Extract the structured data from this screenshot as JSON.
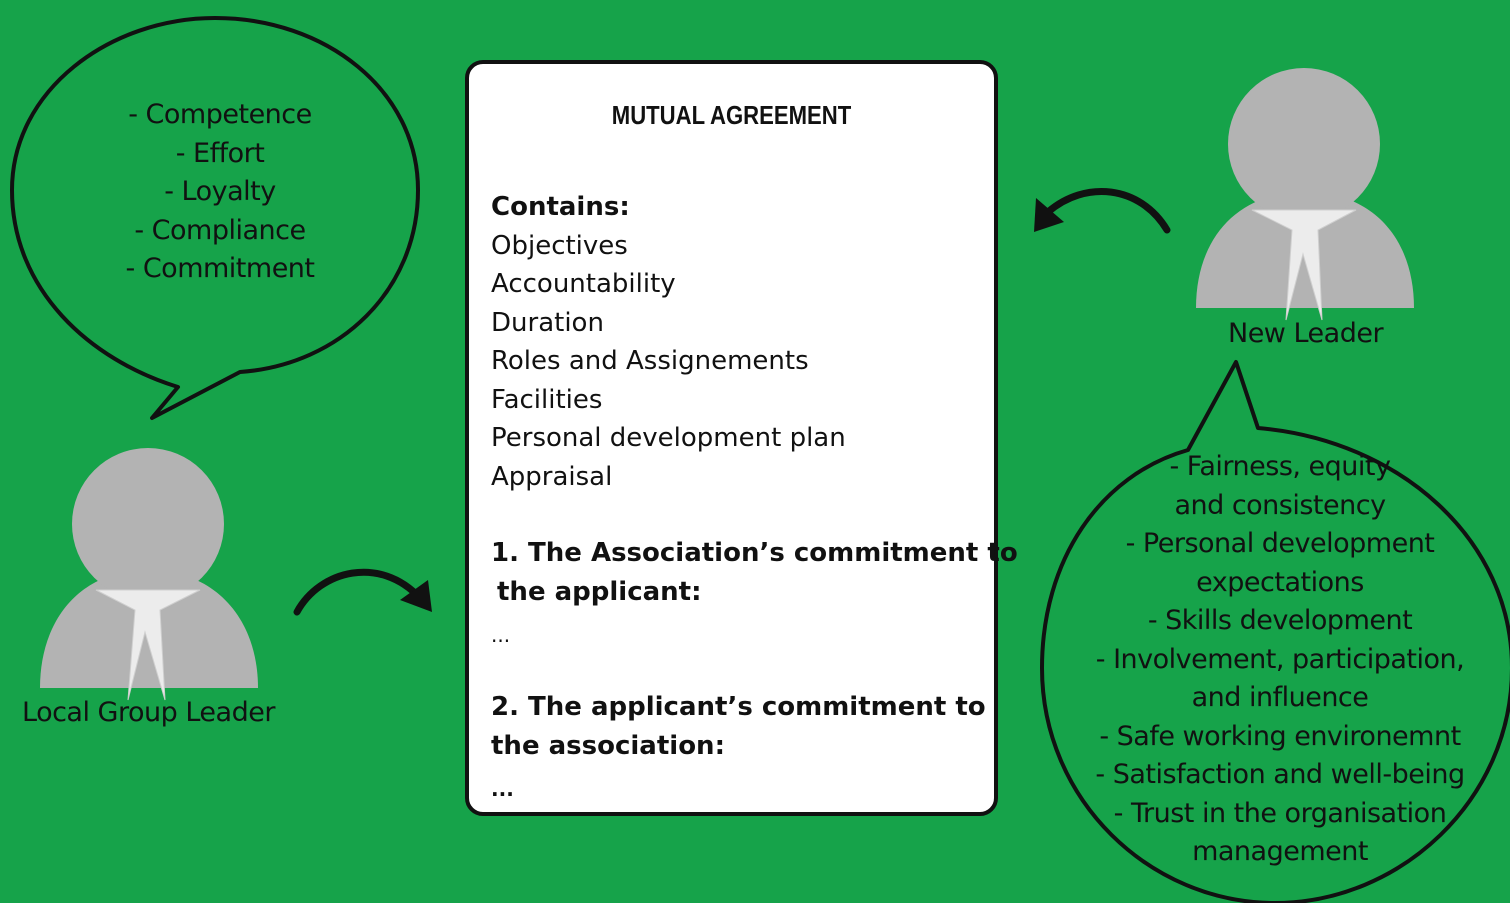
{
  "local_bubble": {
    "items": [
      "- Competence",
      "- Effort",
      "- Loyalty",
      "- Compliance",
      "- Commitment"
    ]
  },
  "new_bubble": {
    "lines": [
      "- Fairness, equity",
      "and consistency",
      "- Personal development",
      "expectations",
      "- Skills development",
      "- Involvement, participation,",
      "and influence",
      "- Safe working environemnt",
      "- Satisfaction and well-being",
      "- Trust in the organisation",
      "management"
    ]
  },
  "people": {
    "local": "Local Group Leader",
    "new": "New Leader"
  },
  "agreement": {
    "title": "MUTUAL AGREEMENT",
    "contains_label": "Contains:",
    "contains_items": [
      "Objectives",
      "Accountability",
      "Duration",
      "Roles and Assignements",
      "Facilities",
      "Personal development plan",
      "Appraisal"
    ],
    "section1": [
      "1. The Association’s commitment to",
      "the applicant:"
    ],
    "section1_dots": "...",
    "section2": [
      "2. The applicant’s commitment to",
      "the association:"
    ],
    "section2_dots": "..."
  },
  "colors": {
    "background": "#16a34a",
    "person": "#b3b3b3",
    "scarf": "#ececec",
    "outline": "#111111"
  }
}
